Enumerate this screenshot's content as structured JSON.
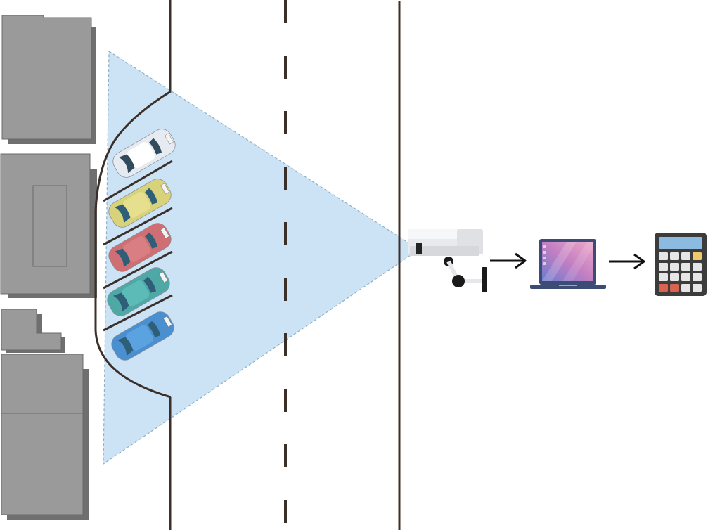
{
  "scene": {
    "buildings": [
      "building-1",
      "building-2",
      "building-3",
      "building-4",
      "building-5"
    ],
    "parked_cars": [
      {
        "name": "white-car",
        "color": "#e6ebf2",
        "roof": "#ffffff",
        "glass": "#2f4b5c"
      },
      {
        "name": "yellow-car",
        "color": "#d8d27a",
        "roof": "#e6e08e",
        "glass": "#2f5f78"
      },
      {
        "name": "red-car",
        "color": "#cf6e73",
        "roof": "#d97f83",
        "glass": "#2f5f78"
      },
      {
        "name": "teal-car",
        "color": "#4ea9a6",
        "roof": "#5cbab7",
        "glass": "#2f5f78"
      },
      {
        "name": "blue-car",
        "color": "#4a8fd0",
        "roof": "#5aa2e0",
        "glass": "#2f5f78"
      }
    ],
    "pipeline": [
      "cctv-camera-icon",
      "laptop-icon",
      "calculator-icon"
    ]
  },
  "colors": {
    "building_fill": "#9a9a9a",
    "building_shadow": "#6f6f6f",
    "road_line": "#3b2f2a",
    "field_of_view": "#c9e2f4",
    "field_of_view_edge": "#8fb0c6",
    "arrow": "#111111"
  }
}
